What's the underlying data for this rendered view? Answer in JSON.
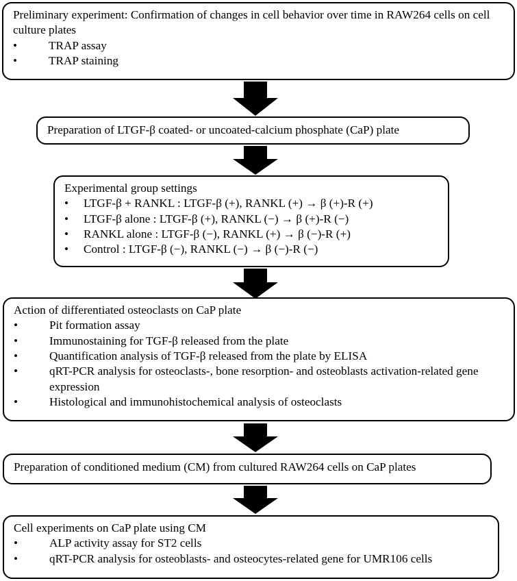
{
  "diagram": {
    "type": "flowchart",
    "orientation": "vertical",
    "shape": "rounded-rectangle",
    "colors": {
      "stroke": "#000000",
      "fill": "#ffffff",
      "arrow": "#000000"
    },
    "nodes": [
      {
        "id": "node-1",
        "heading": "Preliminary experiment: Confirmation of changes in cell behavior over time in RAW264 cells on cell culture plates",
        "bullets": [
          "TRAP assay",
          "TRAP staining"
        ]
      },
      {
        "id": "node-2",
        "heading": "Preparation of LTGF-β coated- or uncoated-calcium phosphate (CaP) plate",
        "bullets": []
      },
      {
        "id": "node-3",
        "heading": "Experimental group settings",
        "bullets": [
          "LTGF-β + RANKL : LTGF-β (+), RANKL (+) → β (+)-R (+)",
          "LTGF-β alone : LTGF-β (+), RANKL (−) → β (+)-R (−)",
          "RANKL alone : LTGF-β (−), RANKL (+) → β (−)-R (+)",
          "Control : LTGF-β (−), RANKL (−) → β (−)-R (−)"
        ]
      },
      {
        "id": "node-4",
        "heading": "Action of differentiated osteoclasts on CaP plate",
        "bullets": [
          "Pit formation assay",
          "Immunostaining for TGF-β released from the plate",
          "Quantification analysis of TGF-β released from the plate by ELISA",
          "qRT-PCR analysis for osteoclasts-, bone resorption- and osteoblasts activation-related gene expression",
          "Histological and immunohistochemical analysis of osteoclasts"
        ]
      },
      {
        "id": "node-5",
        "heading": "Preparation of conditioned medium (CM) from cultured RAW264 cells on CaP plates",
        "bullets": []
      },
      {
        "id": "node-6",
        "heading": "Cell experiments on CaP plate using CM",
        "bullets": [
          "ALP activity assay for ST2 cells",
          "qRT-PCR analysis for osteoblasts- and osteocytes-related gene for UMR106 cells"
        ]
      }
    ],
    "connectors": [
      {
        "id": "arrow-1",
        "from": "node-1",
        "to": "node-2",
        "icon": "down-block-arrow-icon"
      },
      {
        "id": "arrow-2",
        "from": "node-2",
        "to": "node-3",
        "icon": "down-block-arrow-icon"
      },
      {
        "id": "arrow-3",
        "from": "node-3",
        "to": "node-4",
        "icon": "down-block-arrow-icon"
      },
      {
        "id": "arrow-4",
        "from": "node-4",
        "to": "node-5",
        "icon": "down-block-arrow-icon"
      },
      {
        "id": "arrow-5",
        "from": "node-5",
        "to": "node-6",
        "icon": "down-block-arrow-icon"
      }
    ],
    "bullet_glyph": "•"
  }
}
